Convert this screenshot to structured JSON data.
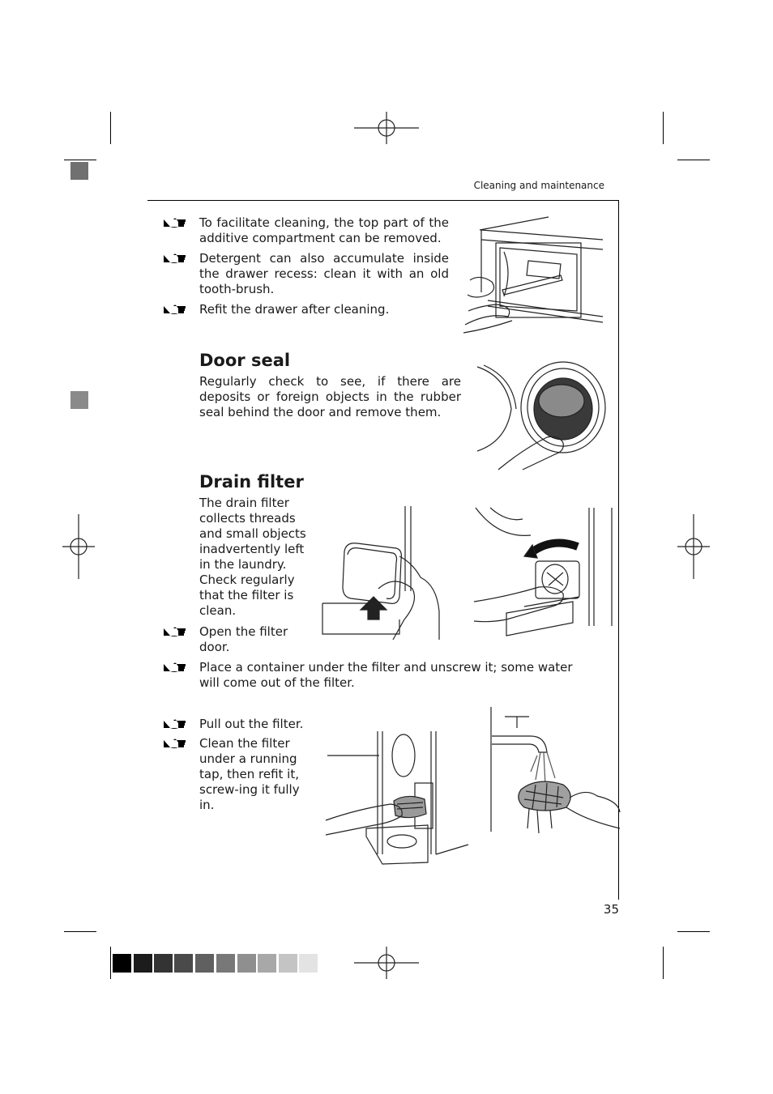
{
  "header": {
    "section": "Cleaning and maintenance"
  },
  "intro": {
    "items": [
      "To facilitate cleaning, the top part of the additive compartment can be removed.",
      "Detergent can also accumulate inside the drawer recess: clean it with an old tooth-brush.",
      "Refit the drawer after cleaning."
    ]
  },
  "door_seal": {
    "title": "Door seal",
    "body": "Regularly check to see, if there are deposits or foreign objects in the rubber seal behind the door and remove them."
  },
  "drain_filter": {
    "title": "Drain filter",
    "body": "The drain filter collects threads and small objects inadvertently left in the laundry. Check regularly that the filter is clean.",
    "step_open": "Open the filter door.",
    "step_place": "Place a container under the filter and unscrew it; some water will come out of the filter.",
    "step_pull": "Pull out the filter.",
    "step_clean": "Clean the filter under a running tap, then refit it, screw-ing it fully in."
  },
  "footer": {
    "page_number": "35"
  },
  "colors": {
    "text": "#1a1a1a",
    "marker": "#707070",
    "color_bar": [
      "#000000",
      "#1c1c1c",
      "#333333",
      "#4a4a4a",
      "#606060",
      "#787878",
      "#8f8f8f",
      "#a8a8a8",
      "#c4c4c4",
      "#e3e3e3"
    ]
  },
  "icons": {
    "bullet": "pointing-hand-icon",
    "registration": "crosshair-icon"
  }
}
